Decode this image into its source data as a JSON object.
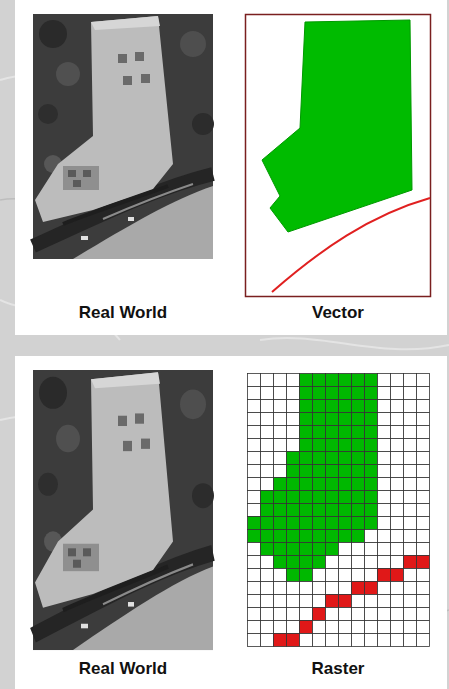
{
  "diagram": {
    "labels": [
      "Real World",
      "Vector",
      "Real World",
      "Raster"
    ]
  }
}
